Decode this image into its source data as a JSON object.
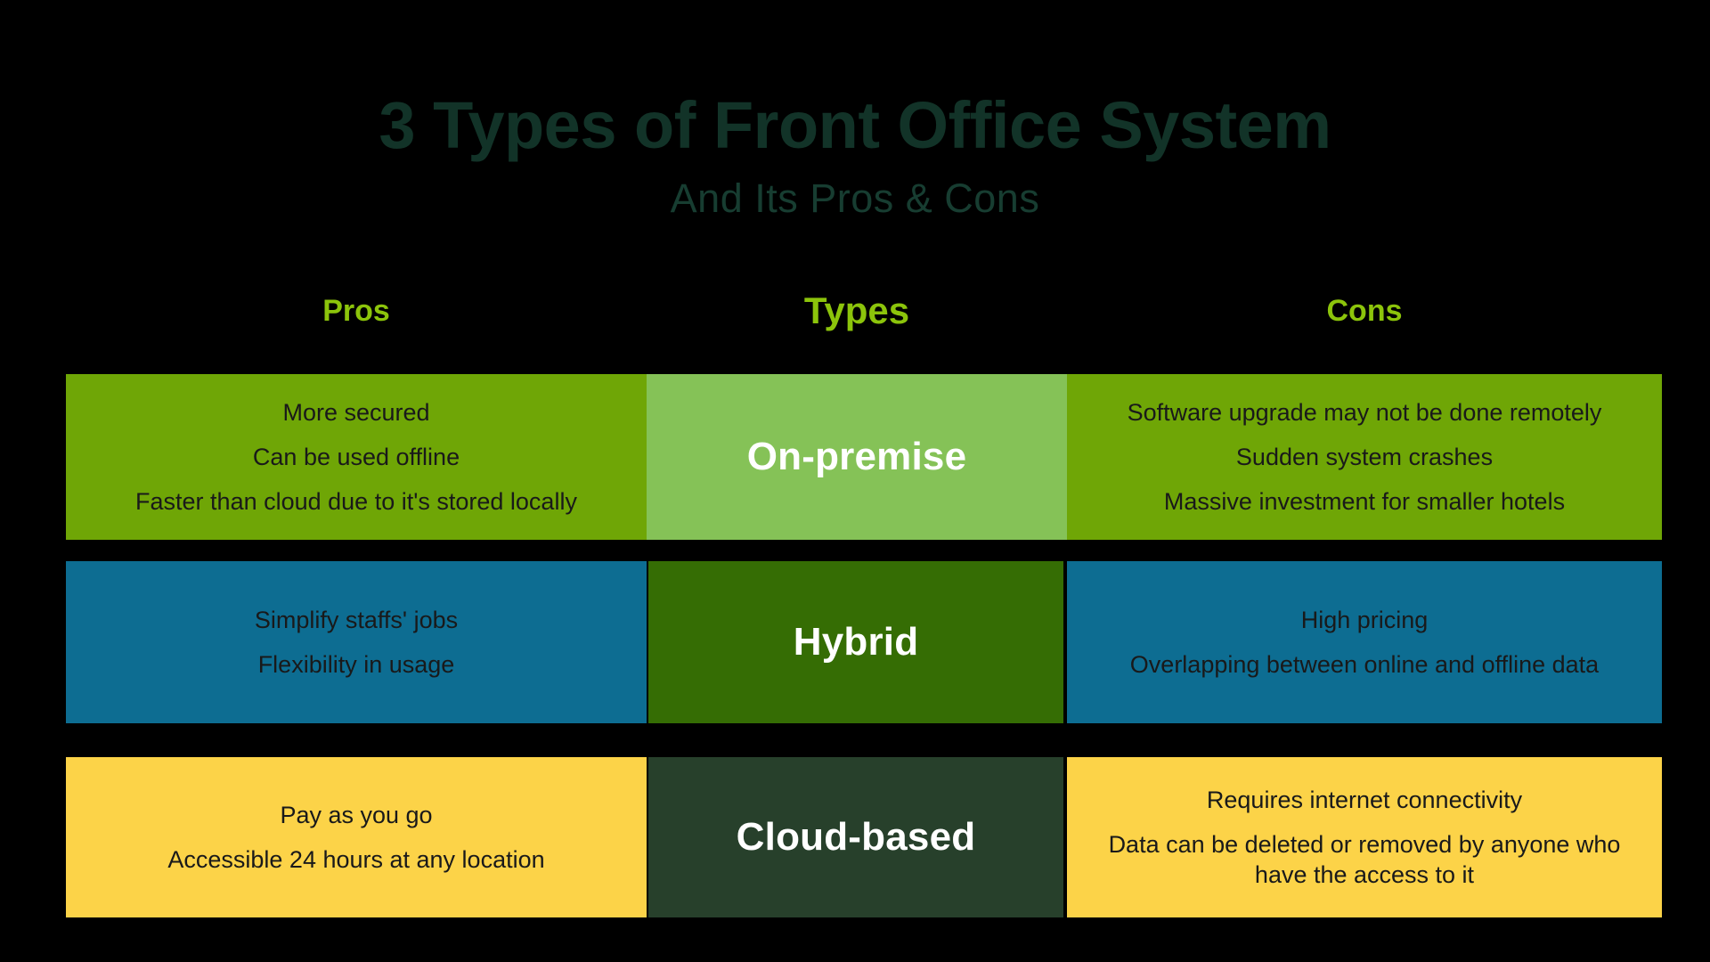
{
  "header": {
    "title": "3 Types of Front Office System",
    "subtitle": "And Its Pros & Cons"
  },
  "columns": {
    "pros": "Pros",
    "types": "Types",
    "cons": "Cons"
  },
  "colors": {
    "background": "#000000",
    "title": "#123328",
    "subtitle": "#173d31",
    "column_header": "#8CC40B",
    "row1_side": "#6FA606",
    "row1_center": "#85C257",
    "row2_side": "#0D6D92",
    "row2_center": "#356D04",
    "row3_side": "#FCD348",
    "row3_center": "#27402B",
    "body_text": "#19191a",
    "type_label_text": "#ffffff"
  },
  "rows": [
    {
      "type": "On-premise",
      "pros": [
        "More secured",
        "Can be used offline",
        "Faster than cloud due to it's stored locally"
      ],
      "cons": [
        "Software upgrade may not be done remotely",
        "Sudden system crashes",
        "Massive investment for smaller hotels"
      ]
    },
    {
      "type": "Hybrid",
      "pros": [
        "Simplify staffs' jobs",
        "Flexibility in usage"
      ],
      "cons": [
        "High pricing",
        "Overlapping between online and offline data"
      ]
    },
    {
      "type": "Cloud-based",
      "pros": [
        "Pay as you go",
        "Accessible 24 hours at any location"
      ],
      "cons": [
        "Requires internet connectivity",
        "Data can be deleted or removed by anyone who have the access to it"
      ]
    }
  ]
}
